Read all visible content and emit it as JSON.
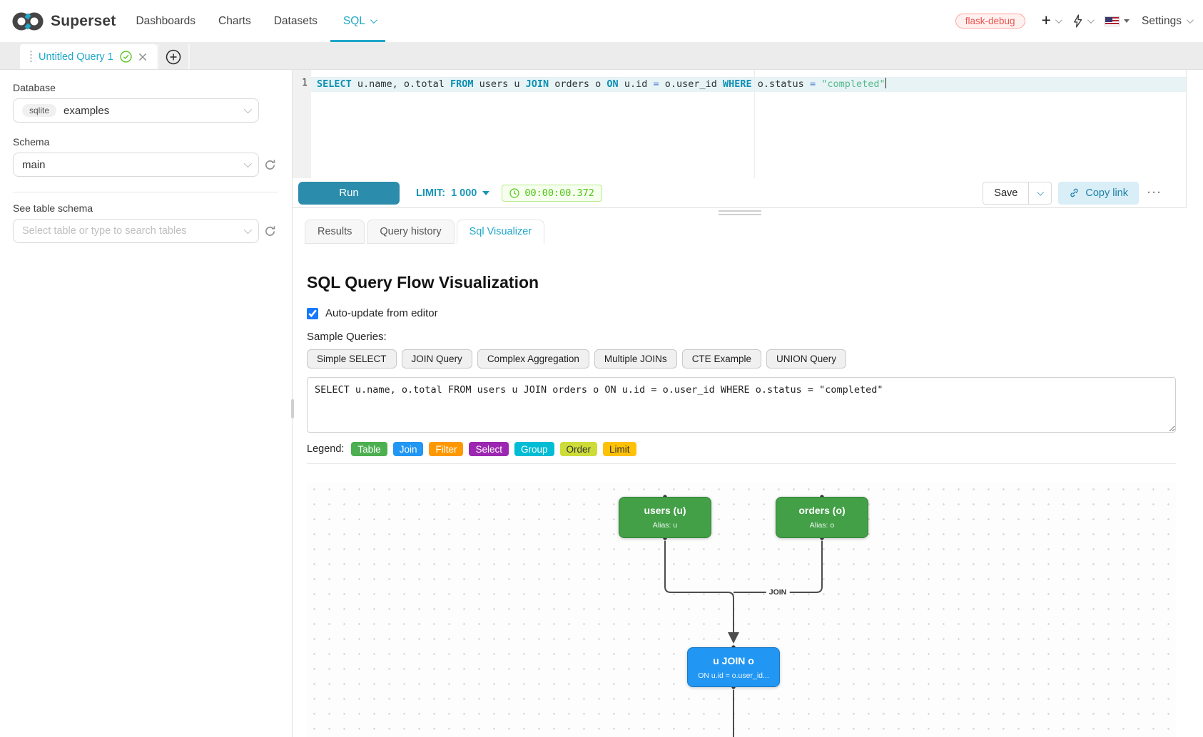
{
  "nav": {
    "brand": "Superset",
    "items": [
      {
        "label": "Dashboards"
      },
      {
        "label": "Charts"
      },
      {
        "label": "Datasets"
      },
      {
        "label": "SQL"
      }
    ],
    "env_badge": "flask-debug",
    "settings_label": "Settings"
  },
  "query_tab": {
    "title": "Untitled Query 1"
  },
  "sidebar": {
    "database_label": "Database",
    "database_engine_badge": "sqlite",
    "database_value": "examples",
    "schema_label": "Schema",
    "schema_value": "main",
    "table_schema_label": "See table schema",
    "table_placeholder": "Select table or type to search tables"
  },
  "editor": {
    "line_number": "1",
    "tokens": [
      {
        "text": "SELECT",
        "type": "kw"
      },
      {
        "text": " u.name, o.total ",
        "type": "id"
      },
      {
        "text": "FROM",
        "type": "kw"
      },
      {
        "text": " users u ",
        "type": "id"
      },
      {
        "text": "JOIN",
        "type": "kw"
      },
      {
        "text": " orders o ",
        "type": "id"
      },
      {
        "text": "ON",
        "type": "kw"
      },
      {
        "text": " u.id ",
        "type": "id"
      },
      {
        "text": "=",
        "type": "op"
      },
      {
        "text": " o.user_id ",
        "type": "id"
      },
      {
        "text": "WHERE",
        "type": "kw"
      },
      {
        "text": " o.status ",
        "type": "id"
      },
      {
        "text": "=",
        "type": "op"
      },
      {
        "text": " \"completed\"",
        "type": "str"
      }
    ]
  },
  "toolbar": {
    "run_label": "Run",
    "limit_label": "LIMIT:",
    "limit_value": "1 000",
    "timer": "00:00:00.372",
    "save_label": "Save",
    "copy_link_label": "Copy link",
    "more_label": "···"
  },
  "result_tabs": [
    {
      "label": "Results",
      "active": false
    },
    {
      "label": "Query history",
      "active": false
    },
    {
      "label": "Sql Visualizer",
      "active": true
    }
  ],
  "visualizer": {
    "title": "SQL Query Flow Visualization",
    "auto_update_label": "Auto-update from editor",
    "auto_update_checked": true,
    "sample_queries_label": "Sample Queries:",
    "sample_buttons": [
      "Simple SELECT",
      "JOIN Query",
      "Complex Aggregation",
      "Multiple JOINs",
      "CTE Example",
      "UNION Query"
    ],
    "sql_input": "SELECT u.name, o.total FROM users u JOIN orders o ON u.id = o.user_id WHERE o.status = \"completed\"",
    "legend_label": "Legend:",
    "legend": [
      {
        "label": "Table",
        "color": "#4caf50",
        "text": "#ffffff"
      },
      {
        "label": "Join",
        "color": "#2196f3",
        "text": "#ffffff"
      },
      {
        "label": "Filter",
        "color": "#ff9800",
        "text": "#ffffff"
      },
      {
        "label": "Select",
        "color": "#9c27b0",
        "text": "#ffffff"
      },
      {
        "label": "Group",
        "color": "#00bcd4",
        "text": "#ffffff"
      },
      {
        "label": "Order",
        "color": "#cddc39",
        "text": "#333333"
      },
      {
        "label": "Limit",
        "color": "#ffc107",
        "text": "#333333"
      }
    ],
    "diagram": {
      "nodes": [
        {
          "title": "users (u)",
          "subtitle": "Alias: u",
          "color": "#43a047"
        },
        {
          "title": "orders (o)",
          "subtitle": "Alias: o",
          "color": "#43a047"
        },
        {
          "title": "u JOIN o",
          "subtitle": "ON u.id = o.user_id...",
          "color": "#2196f3"
        }
      ],
      "edge_label": "JOIN"
    }
  },
  "colors": {
    "accent": "#20a7c9"
  }
}
